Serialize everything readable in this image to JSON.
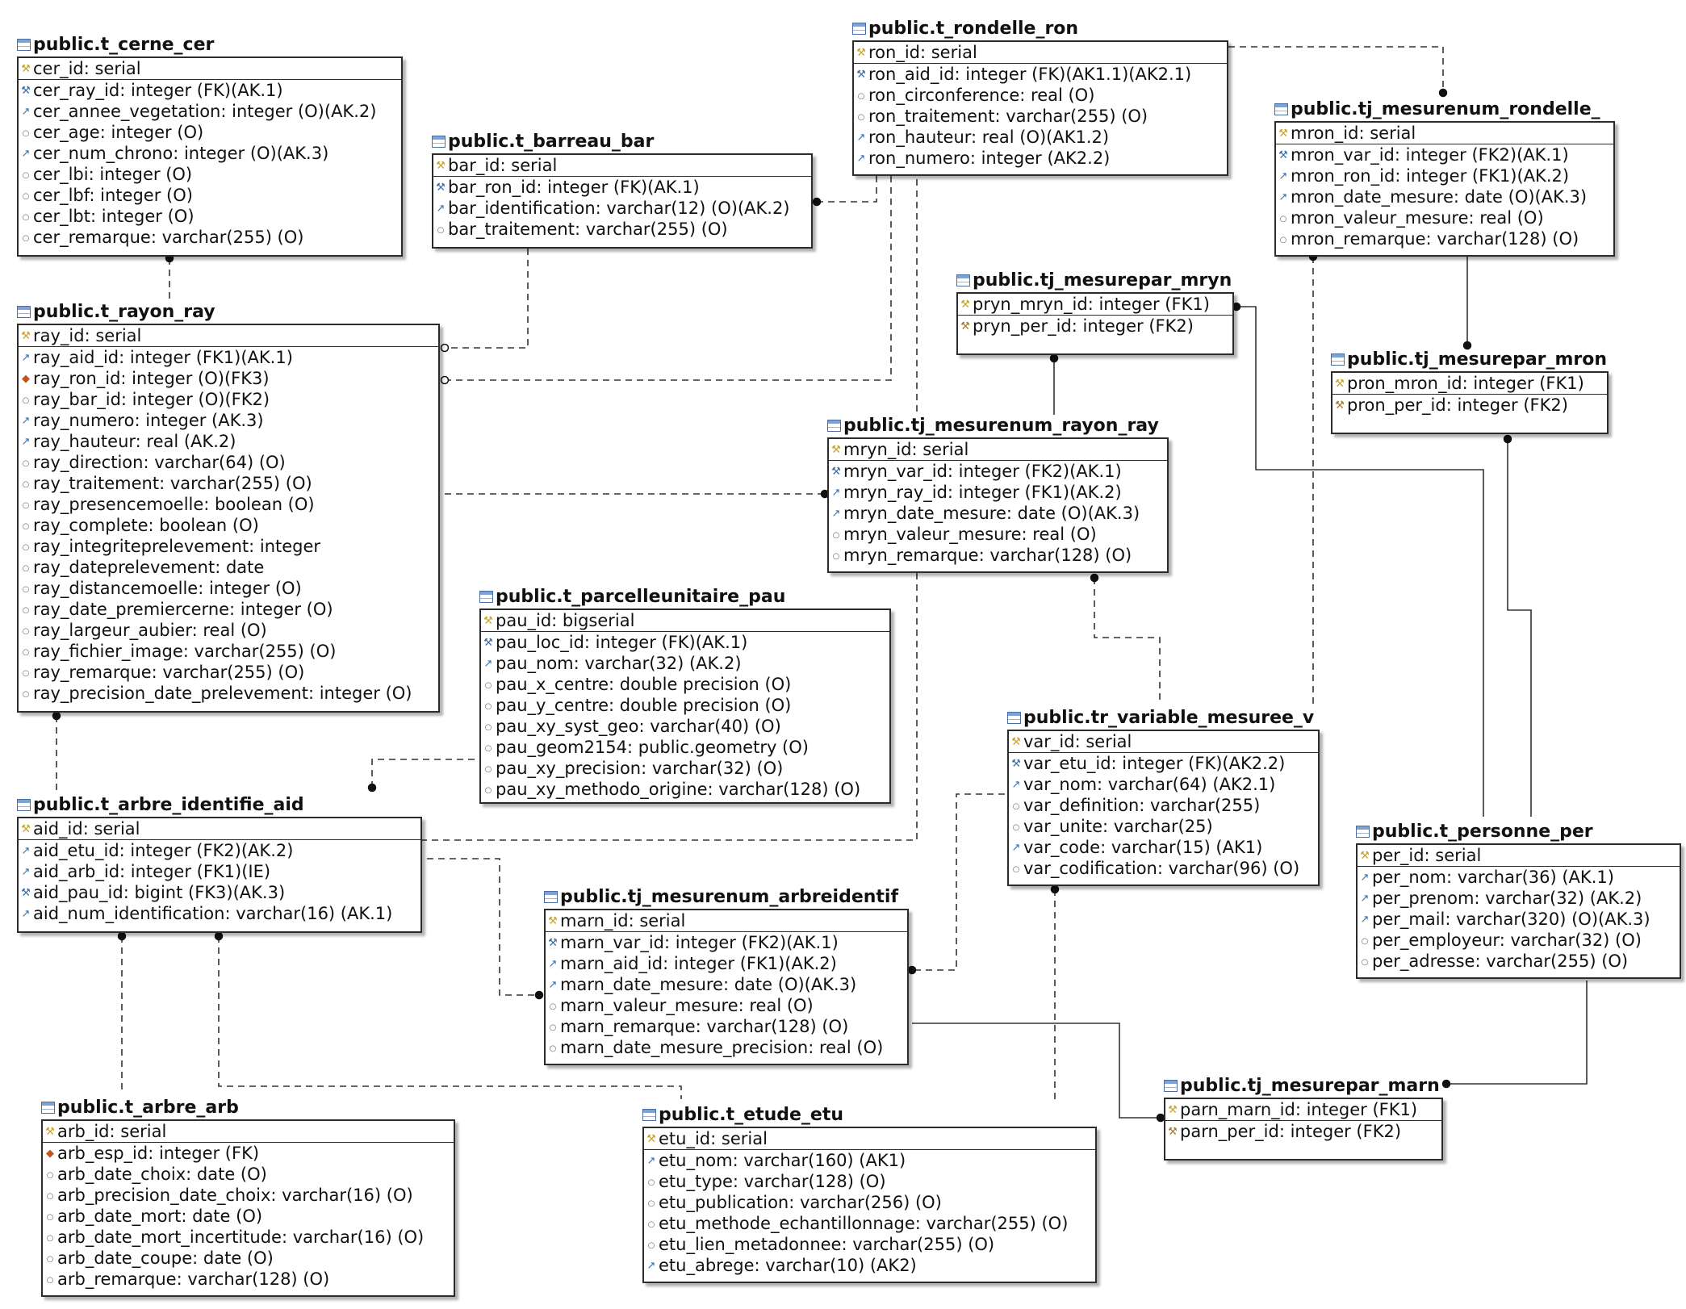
{
  "entities": [
    {
      "id": "cer",
      "title": "public.t_cerne_cer",
      "columns": [
        {
          "t": "cer_id: serial",
          "icon": "pk"
        },
        {
          "t": "cer_ray_id: integer (FK)(AK.1)",
          "icon": "fk"
        },
        {
          "t": "cer_annee_vegetation: integer (O)(AK.2)",
          "icon": "ak"
        },
        {
          "t": "cer_age: integer (O)",
          "icon": "attr"
        },
        {
          "t": "cer_num_chrono: integer (O)(AK.3)",
          "icon": "ak"
        },
        {
          "t": "cer_lbi: integer (O)",
          "icon": "attr"
        },
        {
          "t": "cer_lbf: integer (O)",
          "icon": "attr"
        },
        {
          "t": "cer_lbt: integer (O)",
          "icon": "attr"
        },
        {
          "t": "cer_remarque: varchar(255) (O)",
          "icon": "attr"
        }
      ]
    },
    {
      "id": "bar",
      "title": "public.t_barreau_bar",
      "columns": [
        {
          "t": "bar_id: serial",
          "icon": "pk"
        },
        {
          "t": "bar_ron_id: integer (FK)(AK.1)",
          "icon": "fk"
        },
        {
          "t": "bar_identification: varchar(12) (O)(AK.2)",
          "icon": "ak"
        },
        {
          "t": "bar_traitement: varchar(255) (O)",
          "icon": "attr"
        }
      ]
    },
    {
      "id": "ron",
      "title": "public.t_rondelle_ron",
      "columns": [
        {
          "t": "ron_id: serial",
          "icon": "pk"
        },
        {
          "t": "ron_aid_id: integer (FK)(AK1.1)(AK2.1)",
          "icon": "fk"
        },
        {
          "t": "ron_circonference: real (O)",
          "icon": "attr"
        },
        {
          "t": "ron_traitement: varchar(255) (O)",
          "icon": "attr"
        },
        {
          "t": "ron_hauteur: real (O)(AK1.2)",
          "icon": "ak"
        },
        {
          "t": "ron_numero: integer (AK2.2)",
          "icon": "ak"
        }
      ]
    },
    {
      "id": "mron",
      "title": "public.tj_mesurenum_rondelle_",
      "columns": [
        {
          "t": "mron_id: serial",
          "icon": "pk"
        },
        {
          "t": "mron_var_id: integer (FK2)(AK.1)",
          "icon": "fk"
        },
        {
          "t": "mron_ron_id: integer (FK1)(AK.2)",
          "icon": "ak"
        },
        {
          "t": "mron_date_mesure: date (O)(AK.3)",
          "icon": "ak"
        },
        {
          "t": "mron_valeur_mesure: real (O)",
          "icon": "attr"
        },
        {
          "t": "mron_remarque: varchar(128) (O)",
          "icon": "attr"
        }
      ]
    },
    {
      "id": "pryn",
      "title": "public.tj_mesurepar_mryn",
      "columns": [
        {
          "t": "pryn_mryn_id: integer (FK1)",
          "icon": "pk"
        },
        {
          "t": "pryn_per_id: integer (FK2)",
          "icon": "pkfk"
        }
      ]
    },
    {
      "id": "pron",
      "title": "public.tj_mesurepar_mron",
      "columns": [
        {
          "t": "pron_mron_id: integer (FK1)",
          "icon": "pk"
        },
        {
          "t": "pron_per_id: integer (FK2)",
          "icon": "pkfk"
        }
      ]
    },
    {
      "id": "ray",
      "title": "public.t_rayon_ray",
      "columns": [
        {
          "t": "ray_id: serial",
          "icon": "pk"
        },
        {
          "t": "ray_aid_id: integer (FK1)(AK.1)",
          "icon": "ak"
        },
        {
          "t": "ray_ron_id: integer (O)(FK3)",
          "icon": "fk-opt"
        },
        {
          "t": "ray_bar_id: integer (O)(FK2)",
          "icon": "attr"
        },
        {
          "t": "ray_numero: integer (AK.3)",
          "icon": "ak"
        },
        {
          "t": "ray_hauteur: real (AK.2)",
          "icon": "ak"
        },
        {
          "t": "ray_direction: varchar(64) (O)",
          "icon": "attr"
        },
        {
          "t": "ray_traitement: varchar(255) (O)",
          "icon": "attr"
        },
        {
          "t": "ray_presencemoelle: boolean (O)",
          "icon": "attr"
        },
        {
          "t": "ray_complete: boolean (O)",
          "icon": "attr"
        },
        {
          "t": "ray_integriteprelevement: integer",
          "icon": "attr"
        },
        {
          "t": "ray_dateprelevement: date",
          "icon": "attr"
        },
        {
          "t": "ray_distancemoelle: integer (O)",
          "icon": "attr"
        },
        {
          "t": "ray_date_premiercerne: integer (O)",
          "icon": "attr"
        },
        {
          "t": "ray_largeur_aubier: real (O)",
          "icon": "attr"
        },
        {
          "t": "ray_fichier_image: varchar(255) (O)",
          "icon": "attr"
        },
        {
          "t": "ray_remarque: varchar(255) (O)",
          "icon": "attr"
        },
        {
          "t": "ray_precision_date_prelevement: integer (O)",
          "icon": "attr"
        }
      ]
    },
    {
      "id": "mryn",
      "title": "public.tj_mesurenum_rayon_ray",
      "columns": [
        {
          "t": "mryn_id: serial",
          "icon": "pk"
        },
        {
          "t": "mryn_var_id: integer (FK2)(AK.1)",
          "icon": "fk"
        },
        {
          "t": "mryn_ray_id: integer (FK1)(AK.2)",
          "icon": "ak"
        },
        {
          "t": "mryn_date_mesure: date (O)(AK.3)",
          "icon": "ak"
        },
        {
          "t": "mryn_valeur_mesure: real (O)",
          "icon": "attr"
        },
        {
          "t": "mryn_remarque: varchar(128) (O)",
          "icon": "attr"
        }
      ]
    },
    {
      "id": "pau",
      "title": "public.t_parcelleunitaire_pau",
      "columns": [
        {
          "t": "pau_id: bigserial",
          "icon": "pk"
        },
        {
          "t": "pau_loc_id: integer (FK)(AK.1)",
          "icon": "fk"
        },
        {
          "t": "pau_nom: varchar(32) (AK.2)",
          "icon": "ak"
        },
        {
          "t": "pau_x_centre: double precision (O)",
          "icon": "attr"
        },
        {
          "t": "pau_y_centre: double precision (O)",
          "icon": "attr"
        },
        {
          "t": "pau_xy_syst_geo: varchar(40) (O)",
          "icon": "attr"
        },
        {
          "t": "pau_geom2154: public.geometry (O)",
          "icon": "attr"
        },
        {
          "t": "pau_xy_precision: varchar(32) (O)",
          "icon": "attr"
        },
        {
          "t": "pau_xy_methodo_origine: varchar(128) (O)",
          "icon": "attr"
        }
      ]
    },
    {
      "id": "var",
      "title": "public.tr_variable_mesuree_v",
      "columns": [
        {
          "t": "var_id: serial",
          "icon": "pk"
        },
        {
          "t": "var_etu_id: integer (FK)(AK2.2)",
          "icon": "fk"
        },
        {
          "t": "var_nom: varchar(64) (AK2.1)",
          "icon": "ak"
        },
        {
          "t": "var_definition: varchar(255)",
          "icon": "attr"
        },
        {
          "t": "var_unite: varchar(25)",
          "icon": "attr"
        },
        {
          "t": "var_code: varchar(15) (AK1)",
          "icon": "ak"
        },
        {
          "t": "var_codification: varchar(96) (O)",
          "icon": "attr"
        }
      ]
    },
    {
      "id": "aid",
      "title": "public.t_arbre_identifie_aid",
      "columns": [
        {
          "t": "aid_id: serial",
          "icon": "pk"
        },
        {
          "t": "aid_etu_id: integer (FK2)(AK.2)",
          "icon": "ak"
        },
        {
          "t": "aid_arb_id: integer (FK1)(IE)",
          "icon": "ak"
        },
        {
          "t": "aid_pau_id: bigint (FK3)(AK.3)",
          "icon": "fk"
        },
        {
          "t": "aid_num_identification: varchar(16) (AK.1)",
          "icon": "ak"
        }
      ]
    },
    {
      "id": "per",
      "title": "public.t_personne_per",
      "columns": [
        {
          "t": "per_id: serial",
          "icon": "pk"
        },
        {
          "t": "per_nom: varchar(36) (AK.1)",
          "icon": "ak"
        },
        {
          "t": "per_prenom: varchar(32) (AK.2)",
          "icon": "ak"
        },
        {
          "t": "per_mail: varchar(320) (O)(AK.3)",
          "icon": "ak"
        },
        {
          "t": "per_employeur: varchar(32) (O)",
          "icon": "attr"
        },
        {
          "t": "per_adresse: varchar(255) (O)",
          "icon": "attr"
        }
      ]
    },
    {
      "id": "marn",
      "title": "public.tj_mesurenum_arbreidentif",
      "columns": [
        {
          "t": "marn_id: serial",
          "icon": "pk"
        },
        {
          "t": "marn_var_id: integer (FK2)(AK.1)",
          "icon": "fk"
        },
        {
          "t": "marn_aid_id: integer (FK1)(AK.2)",
          "icon": "ak"
        },
        {
          "t": "marn_date_mesure: date (O)(AK.3)",
          "icon": "ak"
        },
        {
          "t": "marn_valeur_mesure: real (O)",
          "icon": "attr"
        },
        {
          "t": "marn_remarque: varchar(128) (O)",
          "icon": "attr"
        },
        {
          "t": "marn_date_mesure_precision: real (O)",
          "icon": "attr"
        }
      ]
    },
    {
      "id": "arb",
      "title": "public.t_arbre_arb",
      "columns": [
        {
          "t": "arb_id: serial",
          "icon": "pk"
        },
        {
          "t": "arb_esp_id: integer (FK)",
          "icon": "fk-opt"
        },
        {
          "t": "arb_date_choix: date (O)",
          "icon": "attr"
        },
        {
          "t": "arb_precision_date_choix: varchar(16) (O)",
          "icon": "attr"
        },
        {
          "t": "arb_date_mort: date (O)",
          "icon": "attr"
        },
        {
          "t": "arb_date_mort_incertitude: varchar(16) (O)",
          "icon": "attr"
        },
        {
          "t": "arb_date_coupe: date (O)",
          "icon": "attr"
        },
        {
          "t": "arb_remarque: varchar(128) (O)",
          "icon": "attr"
        }
      ]
    },
    {
      "id": "etu",
      "title": "public.t_etude_etu",
      "columns": [
        {
          "t": "etu_id: serial",
          "icon": "pk"
        },
        {
          "t": "etu_nom: varchar(160) (AK1)",
          "icon": "ak"
        },
        {
          "t": "etu_type: varchar(128) (O)",
          "icon": "attr"
        },
        {
          "t": "etu_publication: varchar(256) (O)",
          "icon": "attr"
        },
        {
          "t": "etu_methode_echantillonnage: varchar(255) (O)",
          "icon": "attr"
        },
        {
          "t": "etu_lien_metadonnee: varchar(255) (O)",
          "icon": "attr"
        },
        {
          "t": "etu_abrege: varchar(10) (AK2)",
          "icon": "ak"
        }
      ]
    },
    {
      "id": "parn",
      "title": "public.tj_mesurepar_marn",
      "columns": [
        {
          "t": "parn_marn_id: integer (FK1)",
          "icon": "pk"
        },
        {
          "t": "parn_per_id: integer (FK2)",
          "icon": "pkfk"
        }
      ]
    }
  ]
}
